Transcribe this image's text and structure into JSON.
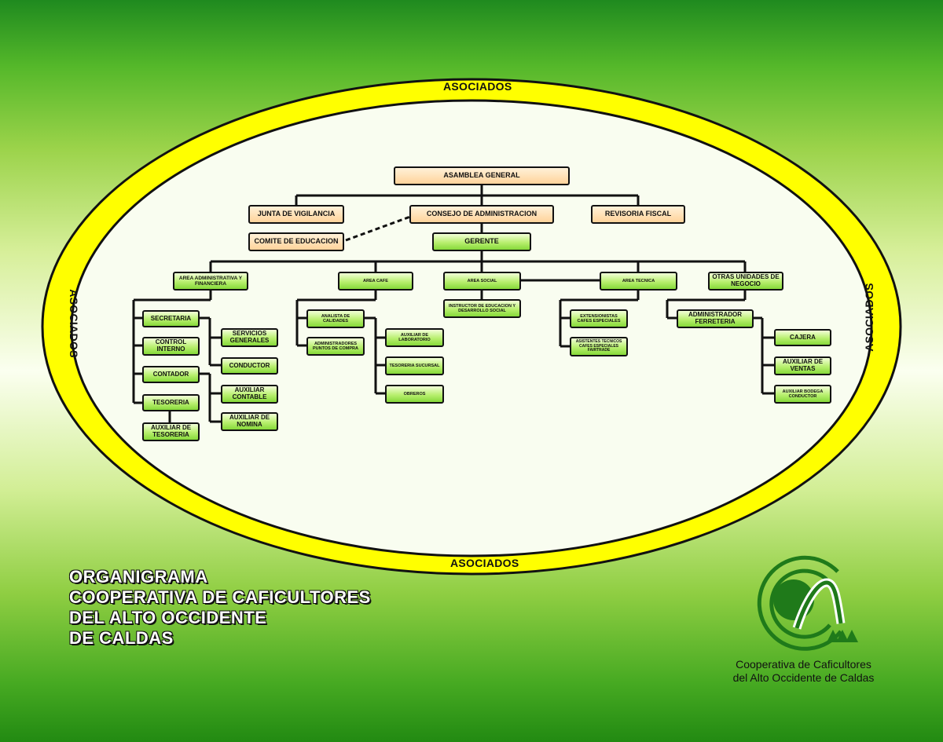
{
  "ring": {
    "label": "ASOCIADOS"
  },
  "org": {
    "asamblea": "ASAMBLEA GENERAL",
    "junta": "JUNTA DE VIGILANCIA",
    "consejo": "CONSEJO DE  ADMINISTRACION",
    "revisoria": "REVISORIA FISCAL",
    "comite": "COMITE DE EDUCACION",
    "gerente": "GERENTE",
    "area_admin": "AREA ADMINISTRATIVA Y FINANCIERA",
    "area_cafe": "AREA CAFE",
    "area_social": "AREA SOCIAL",
    "area_tecnica": "AREA TECNICA",
    "otras": "OTRAS UNIDADES DE NEGOCIO",
    "secretaria": "SECRETARIA",
    "control": "CONTROL INTERNO",
    "contador": "CONTADOR",
    "tesoreria": "TESORERIA",
    "aux_tesoreria": "AUXILIAR DE TESORERIA",
    "servicios": "SERVICIOS GENERALES",
    "conductor": "CONDUCTOR",
    "aux_contable": "AUXILIAR CONTABLE",
    "aux_nomina": "AUXILIAR DE NOMINA",
    "analista": "ANALISTA DE CALIDADES",
    "administradores": "ADMINISTRADORES PUNTOS DE COMPRA",
    "aux_lab": "AUXILIAR DE LABORATORIO",
    "tesoreria_sucursal": "TESORERIA SUCURSAL",
    "obreros": "OBREROS",
    "instructor": "INSTRUCTOR DE EDUCACION Y DESARROLLO SOCIAL",
    "extensionistas": "EXTENSIONISTAS CAFES ESPECIALES",
    "asistentes": "ASISTENTES TECNICOS CAFES ESPECIALES FAIRTRADE",
    "adm_ferreteria": "ADMINISTRADOR FERRETERIA",
    "cajera": "CAJERA",
    "aux_ventas": "AUXILIAR DE VENTAS",
    "aux_bodega": "AUXILIAR BODEGA CONDUCTOR"
  },
  "title": {
    "line1": "ORGANIGRAMA",
    "line2": "COOPERATIVA DE CAFICULTORES",
    "line3": "DEL ALTO OCCIDENTE",
    "line4": "DE CALDAS"
  },
  "logo": {
    "icon": "cooperative-logo",
    "caption_line1": "Cooperativa de Caficultores",
    "caption_line2": "del Alto Occidente de Caldas"
  },
  "colors": {
    "ring": "#ffff00",
    "box_green": "#a6e85a",
    "box_peach": "#ffd9a6",
    "title_text": "#ffffff"
  }
}
